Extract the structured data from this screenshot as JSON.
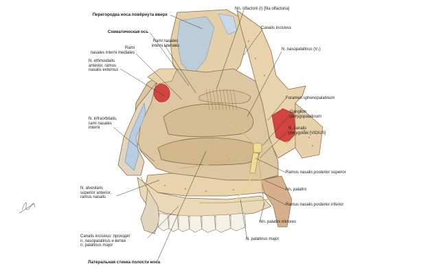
{
  "labels": {
    "septum": "Перегородка носа повёрнута вверх",
    "axis": "Схематическая ось",
    "rami_lat": "Rami nasales\ninterni laterales",
    "rami_med": "Rami\nnasales interni mediales",
    "ethmoid": "N. ethmoidalis\nanterior, ramus\nnasalis externus",
    "infraorb": "N. infraorbitalis,\nrami nasales\ninterni",
    "alveolar": "N. alveolaris\nsuperior anterior,\nramus nasalis",
    "canalis_inc_bottom": "Canalis incisivus: проходят\nn. nasopalatinus и ветви\nn. palatinus major",
    "lateral_wall": "Латеральная стенка полости носа",
    "olfactorii": "Nn. olfactorii (I) [fila olfactoria]",
    "canalis_inc_top": "Canalis incisivus",
    "nasopalatinus": "N. nasopalatinus (V₂)",
    "foramen": "Foramen sphenopalatinum",
    "ganglion": "Ganglion\npterygopalatinum",
    "pterygoid": "N. canalis\npterygoidei [VIDIUS]",
    "post_sup": "Ramus nasalis posterior superior",
    "palatini": "Nn. palatini",
    "post_inf": "Ramus nasalis posterior inferior",
    "palatini_min": "Nn. palatini minores",
    "palatinus_maj": "N. palatinus major"
  },
  "colors": {
    "bone": "#e9d6b4",
    "bone_dark": "#c9a879",
    "marrow": "#e8a0a0",
    "sinus": "#cf3b3b",
    "mucosa": "#d9c39e",
    "cartilage": "#b8cde0",
    "nerve": "#f2e6c0",
    "line": "#333333",
    "teeth": "#f4f1e8"
  }
}
